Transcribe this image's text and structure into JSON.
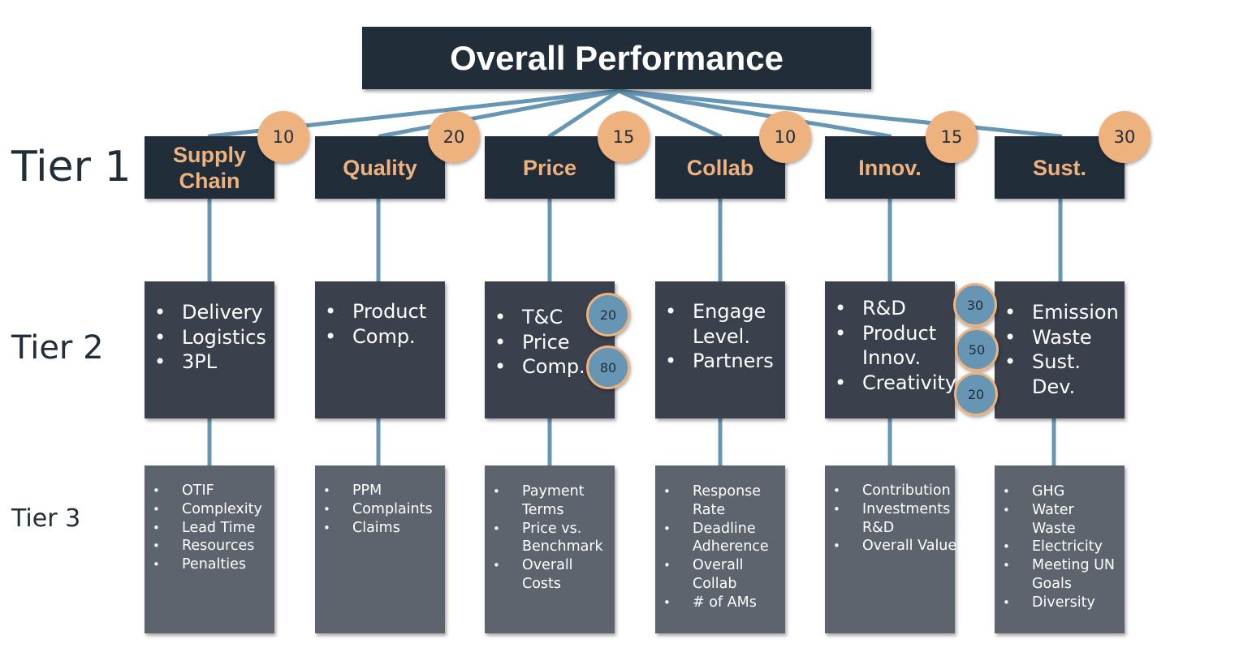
{
  "title": "Overall Performance",
  "tiers": {
    "tier1": "Tier 1",
    "tier2": "Tier 2",
    "tier3": "Tier 3"
  },
  "categories": [
    {
      "name": "Supply Chain",
      "weight": "10",
      "tier2": [
        "Delivery",
        "Logistics",
        "3PL"
      ],
      "tier3": [
        "OTIF",
        "Complexity",
        "Lead  Time",
        "Resources",
        "Penalties"
      ]
    },
    {
      "name": "Quality",
      "weight": "20",
      "tier2": [
        "Product",
        "Comp."
      ],
      "tier3": [
        "PPM",
        "Complaints",
        "Claims"
      ]
    },
    {
      "name": "Price",
      "weight": "15",
      "tier2": [
        "T&C",
        "Price",
        "Comp."
      ],
      "tier2_weights": [
        "20",
        "80"
      ],
      "tier3": [
        "Payment",
        "Terms",
        "Price vs.",
        "Benchmark",
        "Overall",
        "Costs"
      ]
    },
    {
      "name": "Collab",
      "weight": "10",
      "tier2": [
        "Engage",
        "Level.",
        "Partners"
      ],
      "tier3": [
        "Response",
        "Rate",
        "Deadline",
        "Adherence",
        "Overall",
        "Collab",
        "# of AMs"
      ]
    },
    {
      "name": "Innov.",
      "weight": "15",
      "tier2": [
        "R&D",
        "Product",
        "Innov.",
        "Creativity"
      ],
      "tier2_weights": [
        "30",
        "50",
        "20"
      ],
      "tier3": [
        "Contribution",
        "Investments",
        "R&D",
        "Overall Value"
      ]
    },
    {
      "name": "Sust.",
      "weight": "30",
      "tier2": [
        "Emission",
        "Waste",
        "Sust.",
        "Dev."
      ],
      "tier3": [
        "GHG",
        "Water",
        "Waste",
        "Electricity",
        "Meeting UN",
        "Goals",
        "Diversity"
      ]
    }
  ],
  "colors": {
    "dark_navy": "#222d3a",
    "tier2_fill": "#3a414c",
    "tier3_fill": "#5d646d",
    "connector": "#6696b4",
    "accent_orange": "#edb27e"
  }
}
